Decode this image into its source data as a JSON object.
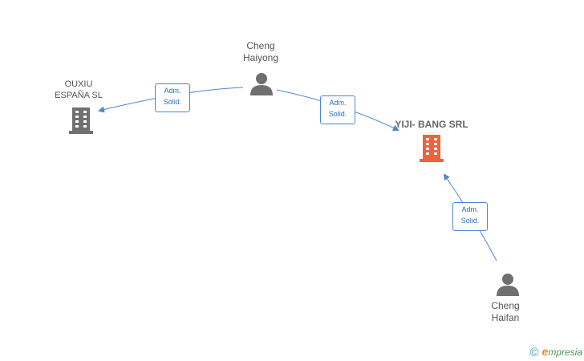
{
  "people": {
    "cheng_haiyong": [
      "Cheng",
      "Haiyong"
    ],
    "cheng_haifan": [
      "Cheng",
      "Haifan"
    ]
  },
  "companies": {
    "ouxiu": [
      "OUXIU",
      "ESPAÑA SL"
    ],
    "yiji": "YIJI- BANG SRL"
  },
  "relations": {
    "haiyong_to_ouxiu": [
      "Adm.",
      "Solid."
    ],
    "haiyong_to_yiji": [
      "Adm.",
      "Solid."
    ],
    "haifan_to_yiji": [
      "Adm.",
      "Solid."
    ]
  },
  "colors": {
    "edge": "#4a86d4",
    "person_icon": "#6f6f6f",
    "company_icon": "#707070",
    "company_icon_highlight": "#f0623a"
  },
  "footer": {
    "copyright_symbol": "©",
    "brand_initial": "e",
    "brand_rest": "mpresia"
  }
}
